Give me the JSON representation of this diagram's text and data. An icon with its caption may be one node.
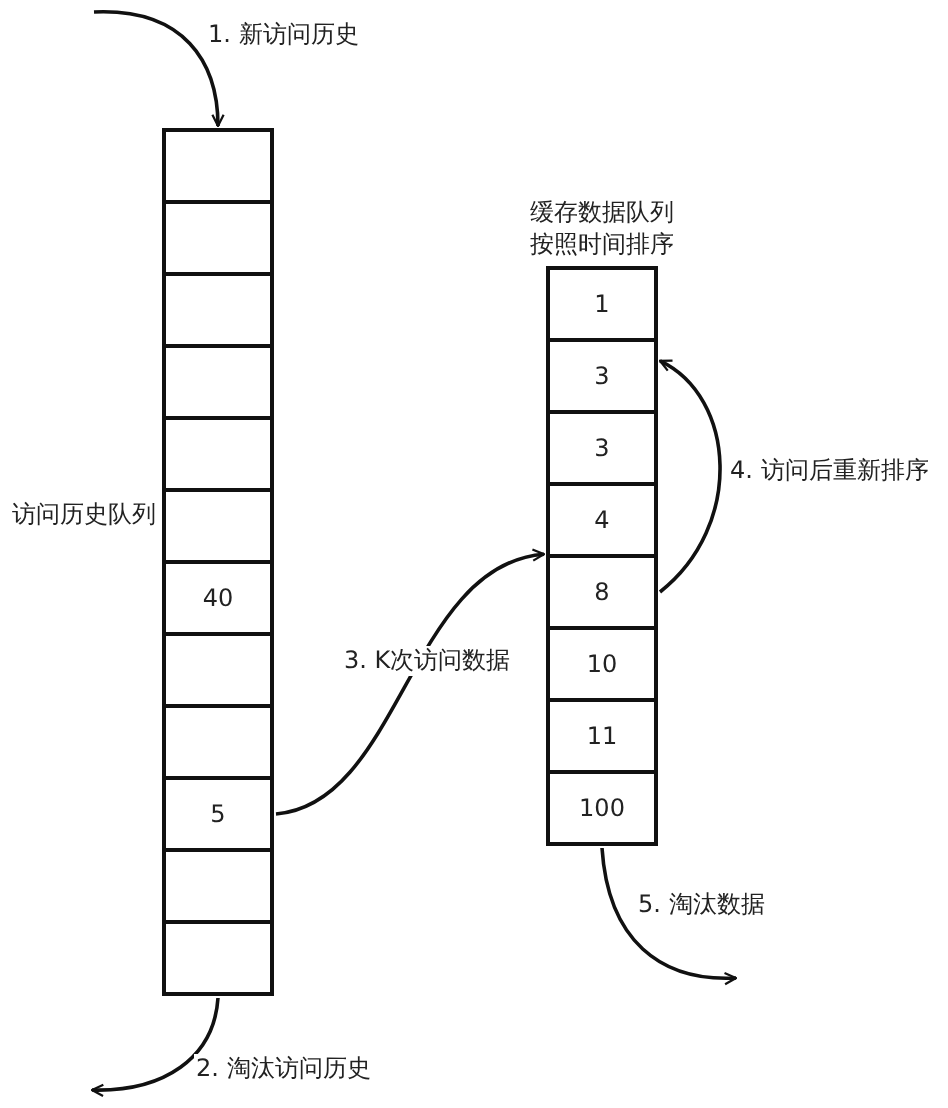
{
  "diagram": {
    "nodes": [
      {
        "text": [
          "访问历史队列"
        ]
      },
      {
        "text": [],
        "shape": "box",
        "in": 0
      },
      {
        "text": [],
        "shape": "box",
        "in": 0
      },
      {
        "text": [],
        "shape": "box",
        "in": 0
      },
      {
        "text": [],
        "shape": "box",
        "in": 0
      },
      {
        "text": [],
        "shape": "box",
        "in": 0
      },
      {
        "text": [],
        "shape": "box",
        "in": 0
      },
      {
        "text": [
          "40"
        ],
        "in": 0
      },
      {
        "text": [],
        "shape": "box",
        "in": 0
      },
      {
        "text": [],
        "shape": "box",
        "in": 0
      },
      {
        "text": [
          "5"
        ],
        "in": 0
      },
      {
        "text": [],
        "shape": "box",
        "in": 0
      },
      {
        "text": [],
        "shape": "box",
        "in": 0
      },
      {
        "text": [
          "缓存数据队列按照时间排序"
        ]
      },
      {
        "text": [
          "1"
        ],
        "in": 13
      },
      {
        "text": [
          "3"
        ],
        "in": 13
      },
      {
        "text": [
          "3"
        ],
        "in": 13
      },
      {
        "text": [
          "4"
        ],
        "in": 13
      },
      {
        "text": [
          "8"
        ],
        "in": 13
      },
      {
        "text": [
          "10"
        ],
        "in": 13
      },
      {
        "text": [
          "11"
        ],
        "in": 13
      },
      {
        "text": [
          "100"
        ],
        "in": 13
      }
    ],
    "edges": [
      {
        "from": null,
        "to": 1,
        "arrow": "to",
        "label": "1. 新访问历史"
      },
      {
        "from": 12,
        "to": null,
        "arrow": "to",
        "label": "2. 淘汰访问历史"
      },
      {
        "from": 10,
        "to": 17,
        "arrow": "to",
        "label": "3. K次访问数据"
      },
      {
        "from": 18,
        "to": 15,
        "arrow": "to",
        "label": "4. 访问后重新排序"
      },
      {
        "from": 21,
        "to": null,
        "arrow": "to",
        "label": "5. 淘汰数据"
      }
    ]
  }
}
